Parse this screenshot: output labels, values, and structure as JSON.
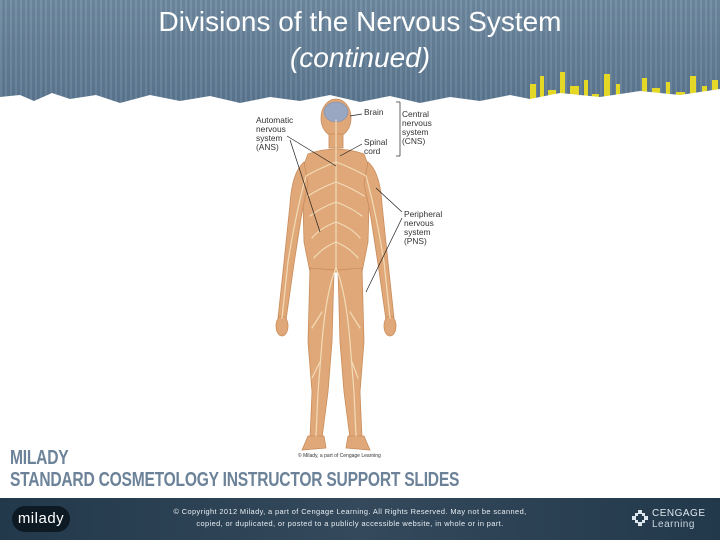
{
  "slide": {
    "title": "Divisions of the Nervous System",
    "subtitle": "(continued)"
  },
  "figure": {
    "labels": {
      "brain": "Brain",
      "spinal_cord": "Spinal\ncord",
      "ans": "Automatic\nnervous\nsystem\n(ANS)",
      "cns": "Central\nnervous\nsystem\n(CNS)",
      "pns": "Peripheral\nnervous\nsystem\n(PNS)"
    },
    "credit": "© Milady, a part of Cengage Learning",
    "colors": {
      "skin": "#e0a878",
      "nerve": "#f2dcb8",
      "brain": "#9aa7c2"
    }
  },
  "branding": {
    "line1": "MILADY",
    "line2": "STANDARD COSMETOLOGY INSTRUCTOR SUPPORT SLIDES"
  },
  "footer": {
    "logo_text": "milady",
    "copyright_line1": "© Copyright 2012 Milady, a part of Cengage Learning. All Rights Reserved. May not be scanned,",
    "copyright_line2": "copied, or duplicated, or posted to a publicly accessible website, in whole or in part.",
    "publisher_line1": "CENGAGE",
    "publisher_line2": "Learning"
  },
  "colors": {
    "header": "#5e7a92",
    "footer": "#2c4053",
    "accent_yellow": "#f3e21a",
    "brand_text": "#6c8298"
  }
}
